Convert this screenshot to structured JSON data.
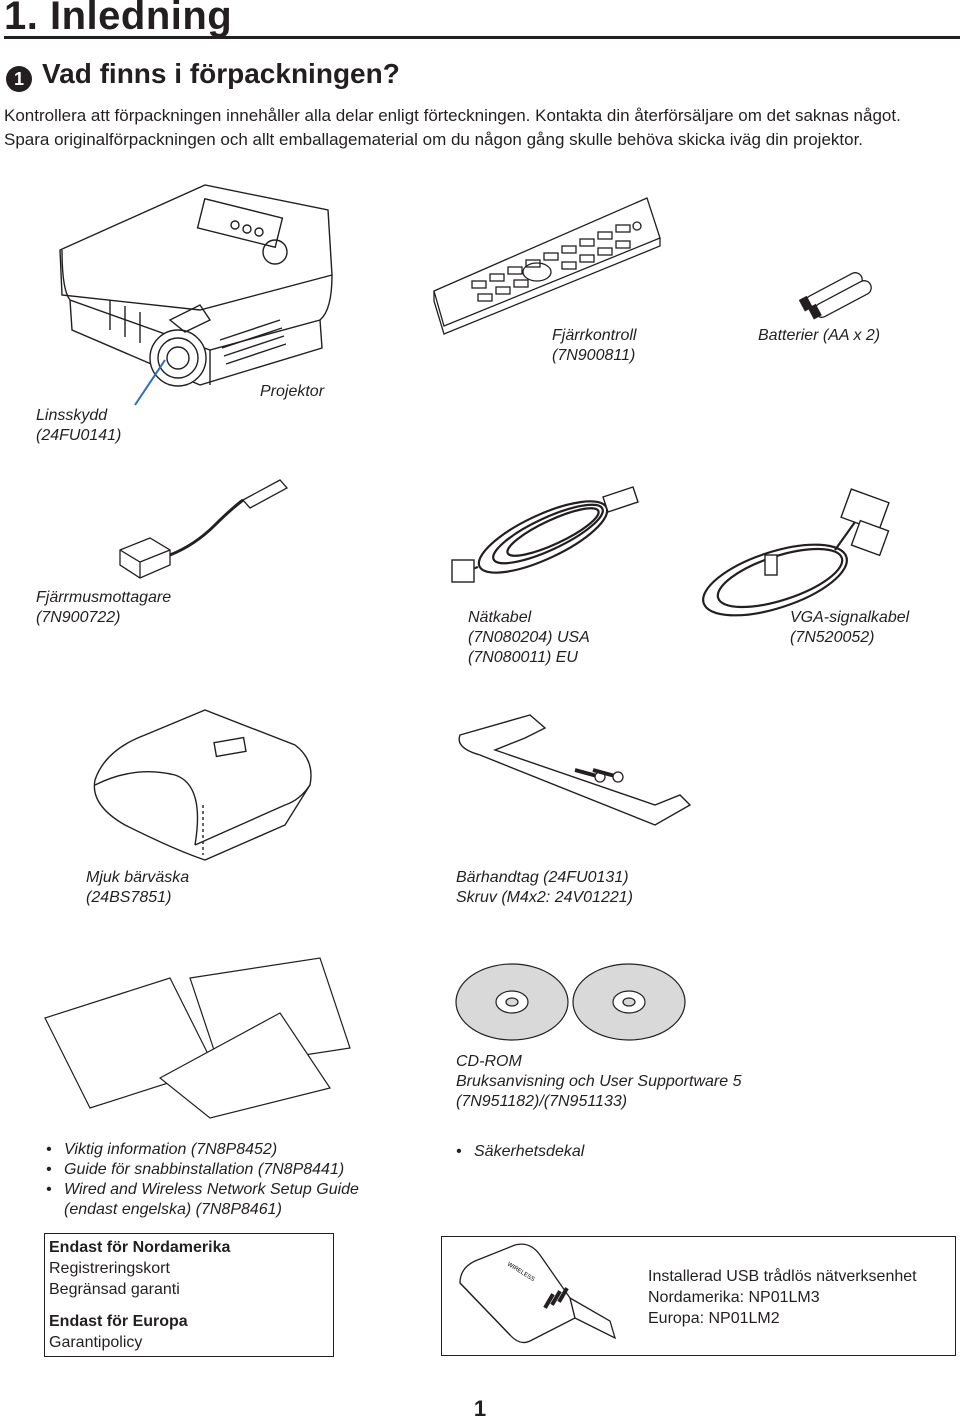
{
  "chapter": {
    "title": "1. Inledning"
  },
  "section": {
    "number": "1",
    "title": "Vad finns i förpackningen?"
  },
  "intro": {
    "line1": "Kontrollera att förpackningen innehåller alla delar enligt förteckningen. Kontakta din återförsäljare om det saknas något.",
    "line2": "Spara originalförpackningen och allt emballagematerial om du någon gång skulle behöva skicka iväg din projektor."
  },
  "items": {
    "projector": {
      "label": "Projektor"
    },
    "lens_cap": {
      "line1": "Linsskydd",
      "line2": "(24FU0141)"
    },
    "remote": {
      "line1": "Fjärrkontroll",
      "line2": "(7N900811)"
    },
    "batteries": {
      "line1": "Batterier (AA x 2)"
    },
    "remote_mouse": {
      "line1": "Fjärrmusmottagare",
      "line2": "(7N900722)"
    },
    "power_cable": {
      "line1": "Nätkabel",
      "line2": "(7N080204) USA",
      "line3": "(7N080011) EU"
    },
    "vga_cable": {
      "line1": "VGA-signalkabel",
      "line2": "(7N520052)"
    },
    "soft_case": {
      "line1": "Mjuk bärväska",
      "line2": "(24BS7851)"
    },
    "handle": {
      "line1": "Bärhandtag (24FU0131)",
      "line2": "Skruv (M4x2: 24V01221)"
    },
    "cdrom": {
      "line1": "CD-ROM",
      "line2": "Bruksanvisning och User Supportware 5",
      "line3": "(7N951182)/(7N951133)"
    }
  },
  "documents": {
    "bullet": "•",
    "list": [
      "Viktig information (7N8P8452)",
      "Guide för snabbinstallation (7N8P8441)",
      "Wired and Wireless Network Setup Guide"
    ],
    "list_cont": "(endast engelska) (7N8P8461)",
    "right": "Säkerhetsdekal"
  },
  "region_box": {
    "na_title": "Endast för Nordamerika",
    "na_item1": "Registreringskort",
    "na_item2": "Begränsad garanti",
    "eu_title": "Endast för Europa",
    "eu_item1": "Garantipolicy"
  },
  "usb_box": {
    "line1": "Installerad USB trådlös nätverksenhet",
    "line2": "Nordamerika: NP01LM3",
    "line3": "Europa: NP01LM2",
    "device_text": "WIRELESS"
  },
  "page_number": "1"
}
